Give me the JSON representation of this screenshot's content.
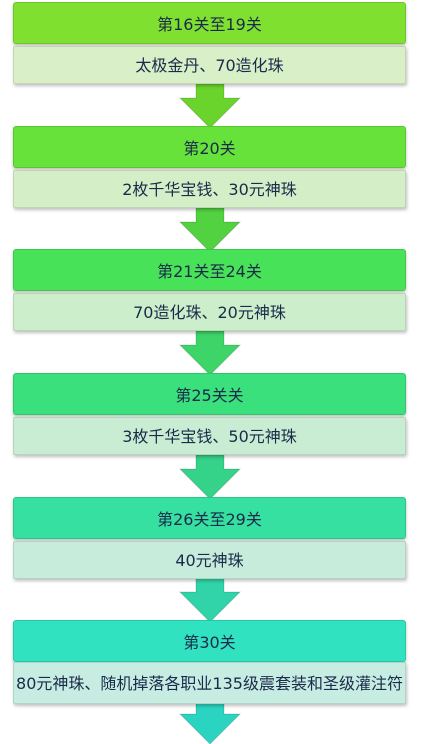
{
  "stages": [
    {
      "title": "第16关至19关",
      "reward": "太极金丹、70造化珠",
      "head_color": "#80e030",
      "desc_color": "#d8efc8",
      "arrow_color": "#6bd42c"
    },
    {
      "title": "第20关",
      "reward": "2枚千华宝钱、30元神珠",
      "head_color": "#66e23a",
      "desc_color": "#d4efc8",
      "arrow_color": "#52d240"
    },
    {
      "title": "第21关至24关",
      "reward": "70造化珠、20元神珠",
      "head_color": "#48e258",
      "desc_color": "#cdeecb",
      "arrow_color": "#3dd468"
    },
    {
      "title": "第25关关",
      "reward": "3枚千华宝钱、50元神珠",
      "head_color": "#3ae07c",
      "desc_color": "#c9edd3",
      "arrow_color": "#35d28a"
    },
    {
      "title": "第26关至29关",
      "reward": "40元神珠",
      "head_color": "#35e0a0",
      "desc_color": "#c7ecdc",
      "arrow_color": "#30d4a8"
    },
    {
      "title": "第30关",
      "reward": "80元神珠、随机掉落各职业135级震套装和圣级灌注符",
      "head_color": "#30e2c0",
      "desc_color": "#c7ede2",
      "arrow_color": "#2ad4c0"
    }
  ]
}
